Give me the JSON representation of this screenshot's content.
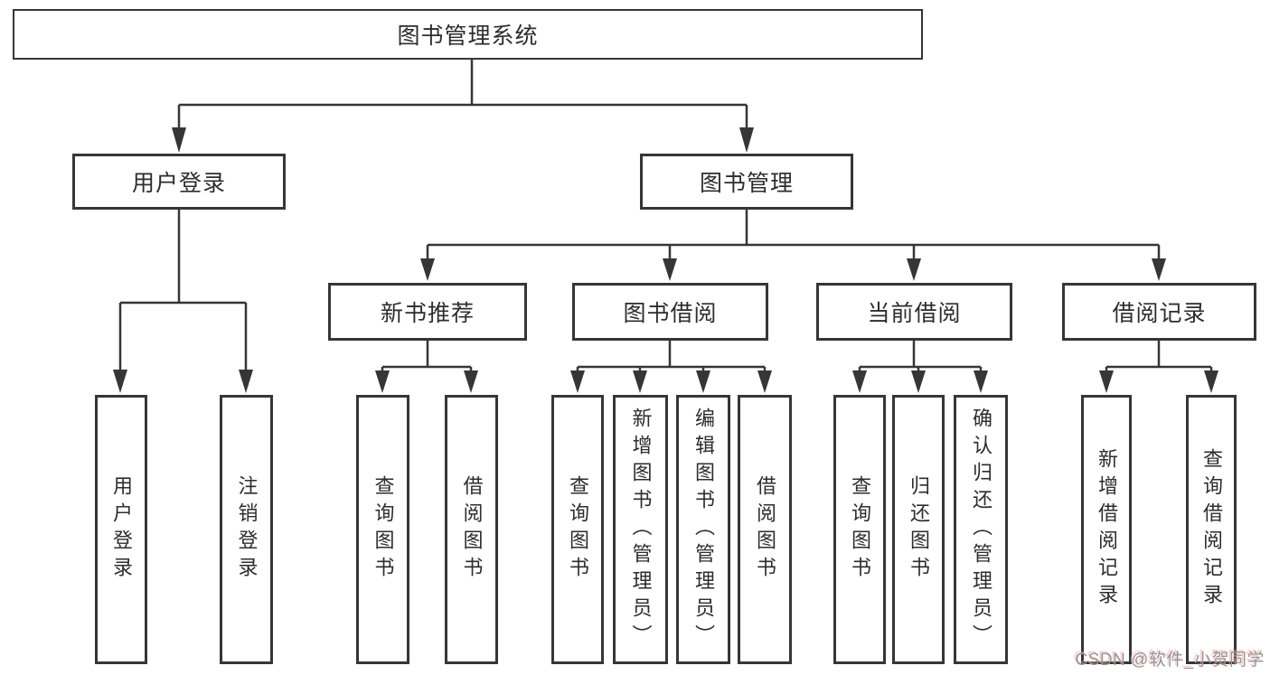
{
  "diagram": {
    "title": "图书管理系统",
    "tree": {
      "root": "图书管理系统",
      "branches": [
        {
          "label": "用户登录",
          "children": [
            {
              "label": "用户登录"
            },
            {
              "label": "注销登录"
            }
          ]
        },
        {
          "label": "图书管理",
          "children": [
            {
              "label": "新书推荐",
              "children": [
                {
                  "label": "查询图书"
                },
                {
                  "label": "借阅图书"
                }
              ]
            },
            {
              "label": "图书借阅",
              "children": [
                {
                  "label": "查询图书"
                },
                {
                  "label": "新增图书（管理员）"
                },
                {
                  "label": "编辑图书（管理员）"
                },
                {
                  "label": "借阅图书"
                }
              ]
            },
            {
              "label": "当前借阅",
              "children": [
                {
                  "label": "查询图书"
                },
                {
                  "label": "归还图书"
                },
                {
                  "label": "确认归还（管理员）"
                }
              ]
            },
            {
              "label": "借阅记录",
              "children": [
                {
                  "label": "新增借阅记录"
                },
                {
                  "label": "查询借阅记录"
                }
              ]
            }
          ]
        }
      ]
    },
    "watermark": "CSDN @软件_小贺同学",
    "colors": {
      "line": "#363636",
      "box_border": "#363636",
      "text": "#2d2d2d",
      "watermark": "#969696"
    }
  }
}
